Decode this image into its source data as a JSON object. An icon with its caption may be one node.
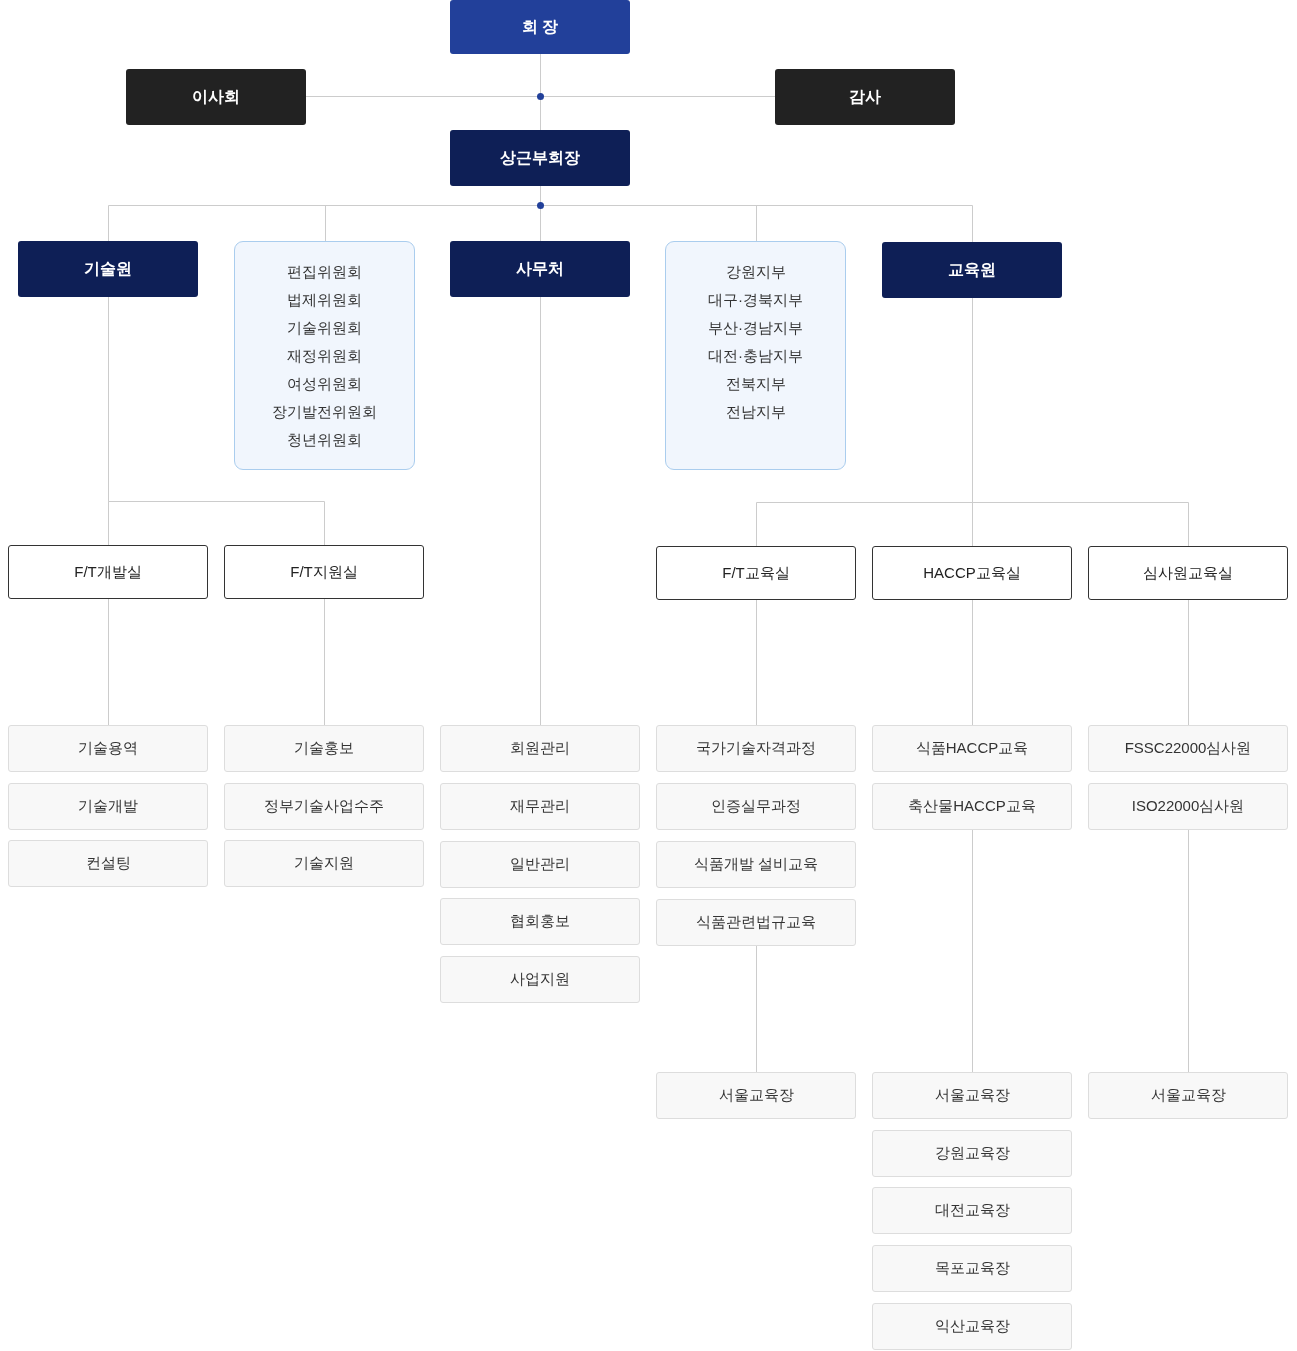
{
  "diagram": {
    "nodes": [
      {
        "text": [
          "회 장"
        ]
      },
      {
        "text": [
          "이사회"
        ]
      },
      {
        "text": [
          "감사"
        ]
      },
      {
        "text": [
          "상근부회장"
        ]
      },
      {
        "text": [
          "기술원"
        ]
      },
      {
        "text": [
          "편집위원회",
          "법제위원회",
          "기술위원회",
          "재정위원회",
          "여성위원회",
          "장기발전위원회",
          "청년위원회"
        ]
      },
      {
        "text": [
          "사무처"
        ]
      },
      {
        "text": [
          "강원지부",
          "대구·경북지부",
          "부산·경남지부",
          "대전·충남지부",
          "전북지부",
          "전남지부"
        ]
      },
      {
        "text": [
          "교육원"
        ]
      },
      {
        "text": [
          "F/T개발실"
        ]
      },
      {
        "text": [
          "F/T지원실"
        ]
      },
      {
        "text": [
          "F/T교육실"
        ]
      },
      {
        "text": [
          "HACCP교육실"
        ]
      },
      {
        "text": [
          "심사원교육실"
        ]
      },
      {
        "text": [
          "기술용역"
        ]
      },
      {
        "text": [
          "기술개발"
        ]
      },
      {
        "text": [
          "컨설팅"
        ]
      },
      {
        "text": [
          "기술홍보"
        ]
      },
      {
        "text": [
          "정부기술사업수주"
        ]
      },
      {
        "text": [
          "기술지원"
        ]
      },
      {
        "text": [
          "회원관리"
        ]
      },
      {
        "text": [
          "재무관리"
        ]
      },
      {
        "text": [
          "일반관리"
        ]
      },
      {
        "text": [
          "협회홍보"
        ]
      },
      {
        "text": [
          "사업지원"
        ]
      },
      {
        "text": [
          "국가기술자격과정"
        ]
      },
      {
        "text": [
          "인증실무과정"
        ]
      },
      {
        "text": [
          "식품개발 설비교육"
        ]
      },
      {
        "text": [
          "식품관련법규교육"
        ]
      },
      {
        "text": [
          "서울교육장"
        ]
      },
      {
        "text": [
          "식품HACCP교육"
        ]
      },
      {
        "text": [
          "축산물HACCP교육"
        ]
      },
      {
        "text": [
          "서울교육장"
        ]
      },
      {
        "text": [
          "강원교육장"
        ]
      },
      {
        "text": [
          "대전교육장"
        ]
      },
      {
        "text": [
          "목포교육장"
        ]
      },
      {
        "text": [
          "익산교육장"
        ]
      },
      {
        "text": [
          "FSSC22000심사원"
        ]
      },
      {
        "text": [
          "ISO22000심사원"
        ]
      },
      {
        "text": [
          "서울교육장"
        ]
      }
    ],
    "edges": [
      {
        "from": 0,
        "to": 1,
        "arrow": "none"
      },
      {
        "from": 0,
        "to": 2,
        "arrow": "none"
      },
      {
        "from": 0,
        "to": 3,
        "arrow": "none"
      },
      {
        "from": 3,
        "to": 4,
        "arrow": "none"
      },
      {
        "from": 3,
        "to": 5,
        "arrow": "none"
      },
      {
        "from": 3,
        "to": 6,
        "arrow": "none"
      },
      {
        "from": 3,
        "to": 7,
        "arrow": "none"
      },
      {
        "from": 3,
        "to": 8,
        "arrow": "none"
      },
      {
        "from": 4,
        "to": 9,
        "arrow": "none"
      },
      {
        "from": 4,
        "to": 10,
        "arrow": "none"
      },
      {
        "from": 6,
        "to": 20,
        "arrow": "none"
      },
      {
        "from": 8,
        "to": 11,
        "arrow": "none"
      },
      {
        "from": 8,
        "to": 12,
        "arrow": "none"
      },
      {
        "from": 8,
        "to": 13,
        "arrow": "none"
      },
      {
        "from": 9,
        "to": 14,
        "arrow": "none"
      },
      {
        "from": 10,
        "to": 17,
        "arrow": "none"
      },
      {
        "from": 11,
        "to": 25,
        "arrow": "none"
      },
      {
        "from": 12,
        "to": 30,
        "arrow": "none"
      },
      {
        "from": 13,
        "to": 37,
        "arrow": "none"
      },
      {
        "from": 28,
        "to": 29,
        "arrow": "none"
      },
      {
        "from": 31,
        "to": 32,
        "arrow": "none"
      },
      {
        "from": 38,
        "to": 39,
        "arrow": "none"
      }
    ]
  }
}
